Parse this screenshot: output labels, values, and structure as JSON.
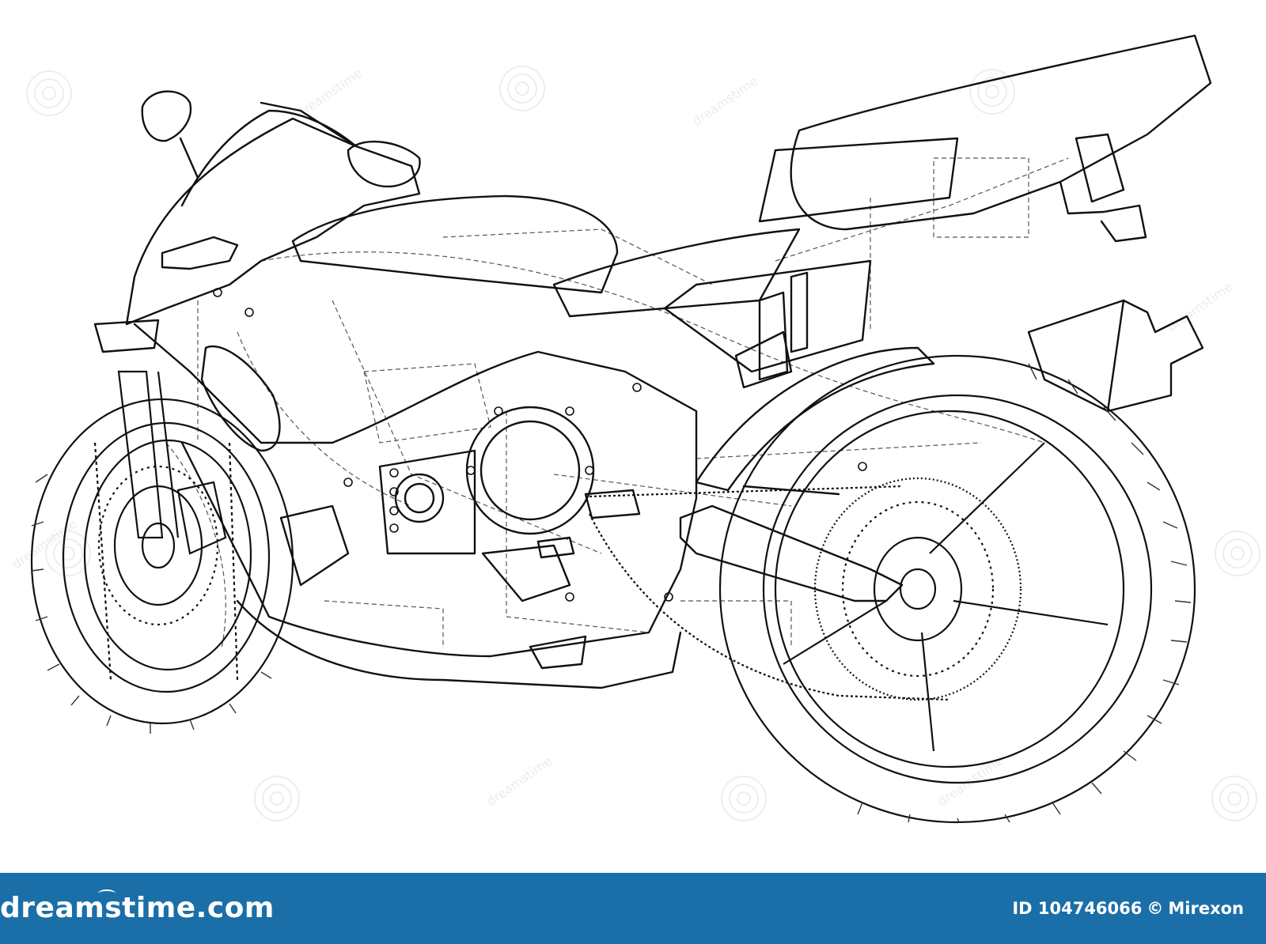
{
  "watermark": {
    "text": "dreamstime"
  },
  "footer": {
    "background_color": "#1b6fa8",
    "logo_text": "dreamstime.com",
    "image_id": "ID 104746066",
    "copyright_symbol": "©",
    "author": "Mirexon"
  },
  "drawing": {
    "subject": "motorcycle",
    "line_color": "#111111",
    "dashed_line_color": "#555555"
  }
}
